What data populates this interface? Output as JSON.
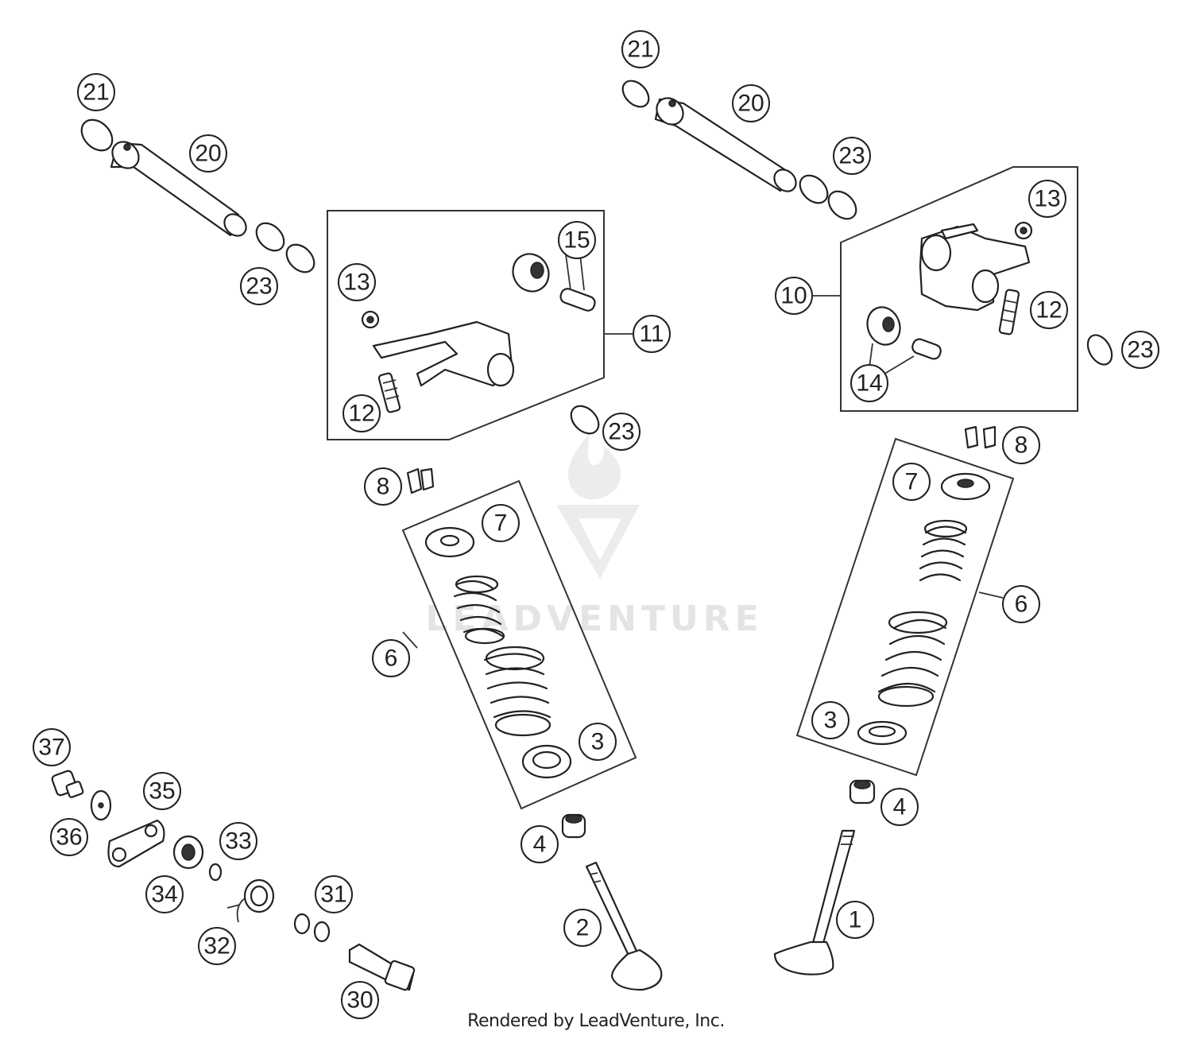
{
  "watermark": {
    "text": "LEADVENTURE"
  },
  "footer": "Rendered by LeadVenture, Inc.",
  "callouts": [
    {
      "id": "c21a",
      "label": "21"
    },
    {
      "id": "c20a",
      "label": "20"
    },
    {
      "id": "c23a",
      "label": "23"
    },
    {
      "id": "c15",
      "label": "15"
    },
    {
      "id": "c13a",
      "label": "13"
    },
    {
      "id": "c11",
      "label": "11"
    },
    {
      "id": "c12a",
      "label": "12"
    },
    {
      "id": "c23b",
      "label": "23"
    },
    {
      "id": "c8a",
      "label": "8"
    },
    {
      "id": "c7a",
      "label": "7"
    },
    {
      "id": "c6a",
      "label": "6"
    },
    {
      "id": "c3a",
      "label": "3"
    },
    {
      "id": "c4a",
      "label": "4"
    },
    {
      "id": "c2",
      "label": "2"
    },
    {
      "id": "c21b",
      "label": "21"
    },
    {
      "id": "c20b",
      "label": "20"
    },
    {
      "id": "c23c",
      "label": "23"
    },
    {
      "id": "c13b",
      "label": "13"
    },
    {
      "id": "c10",
      "label": "10"
    },
    {
      "id": "c12b",
      "label": "12"
    },
    {
      "id": "c23d",
      "label": "23"
    },
    {
      "id": "c14",
      "label": "14"
    },
    {
      "id": "c8b",
      "label": "8"
    },
    {
      "id": "c7b",
      "label": "7"
    },
    {
      "id": "c6b",
      "label": "6"
    },
    {
      "id": "c3b",
      "label": "3"
    },
    {
      "id": "c4b",
      "label": "4"
    },
    {
      "id": "c1",
      "label": "1"
    },
    {
      "id": "c37",
      "label": "37"
    },
    {
      "id": "c35",
      "label": "35"
    },
    {
      "id": "c36",
      "label": "36"
    },
    {
      "id": "c33",
      "label": "33"
    },
    {
      "id": "c34",
      "label": "34"
    },
    {
      "id": "c31",
      "label": "31"
    },
    {
      "id": "c32",
      "label": "32"
    },
    {
      "id": "c30",
      "label": "30"
    }
  ]
}
